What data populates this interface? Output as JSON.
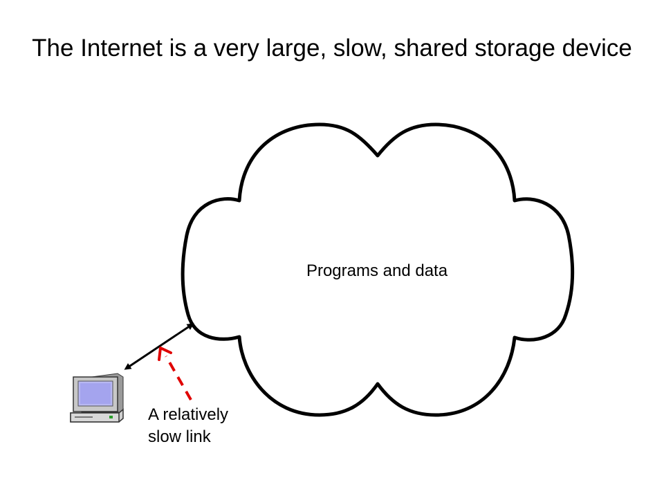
{
  "slide": {
    "title": "The Internet is a very large, slow, shared storage device"
  },
  "cloud": {
    "label": "Programs and data"
  },
  "link": {
    "caption_line1": "A relatively",
    "caption_line2": "slow link",
    "arrow_color": "#000000",
    "dashed_arrow_color": "#e00000"
  },
  "icons": {
    "computer": "desktop-computer-icon"
  }
}
